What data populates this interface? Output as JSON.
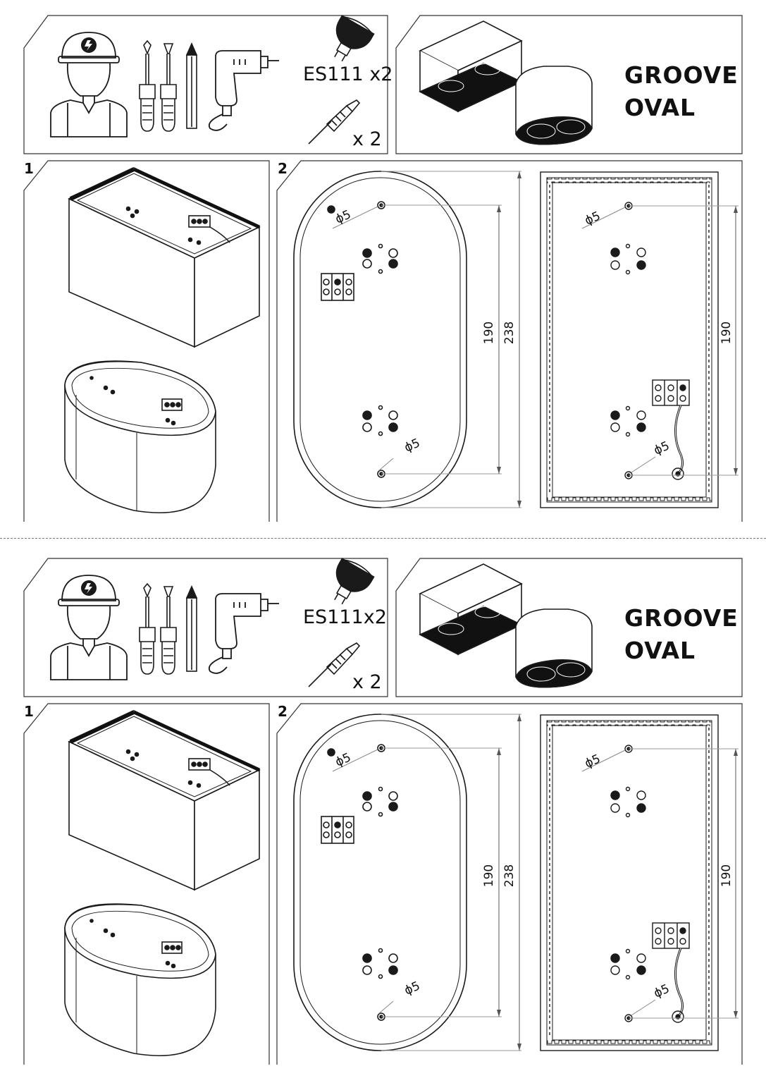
{
  "sheets": [
    {
      "tools_panel": {
        "bulb_label": "ES111 x2",
        "anchor_label": "x 2"
      },
      "product_panel": {
        "name_line1": "GROOVE",
        "name_line2": "OVAL"
      },
      "step1": {
        "number": "1"
      },
      "step2": {
        "number": "2",
        "oval": {
          "hole_top": "ϕ5",
          "hole_bottom": "ϕ5",
          "dim_inner": "190",
          "dim_outer": "238"
        },
        "rect": {
          "hole_top": "ϕ5",
          "hole_bottom": "ϕ5",
          "dim_inner": "190"
        }
      }
    },
    {
      "tools_panel": {
        "bulb_label": "ES111x2",
        "anchor_label": "x 2"
      },
      "product_panel": {
        "name_line1": "GROOVE",
        "name_line2": "OVAL"
      },
      "step1": {
        "number": "1"
      },
      "step2": {
        "number": "2",
        "oval": {
          "hole_top": "ϕ5",
          "hole_bottom": "ϕ5",
          "dim_inner": "190",
          "dim_outer": "238"
        },
        "rect": {
          "hole_top": "ϕ5",
          "hole_bottom": "ϕ5",
          "dim_inner": "190"
        }
      }
    }
  ],
  "colors": {
    "line": "#1a1a1a",
    "dimension": "#888888",
    "fill_dark": "#111111"
  }
}
